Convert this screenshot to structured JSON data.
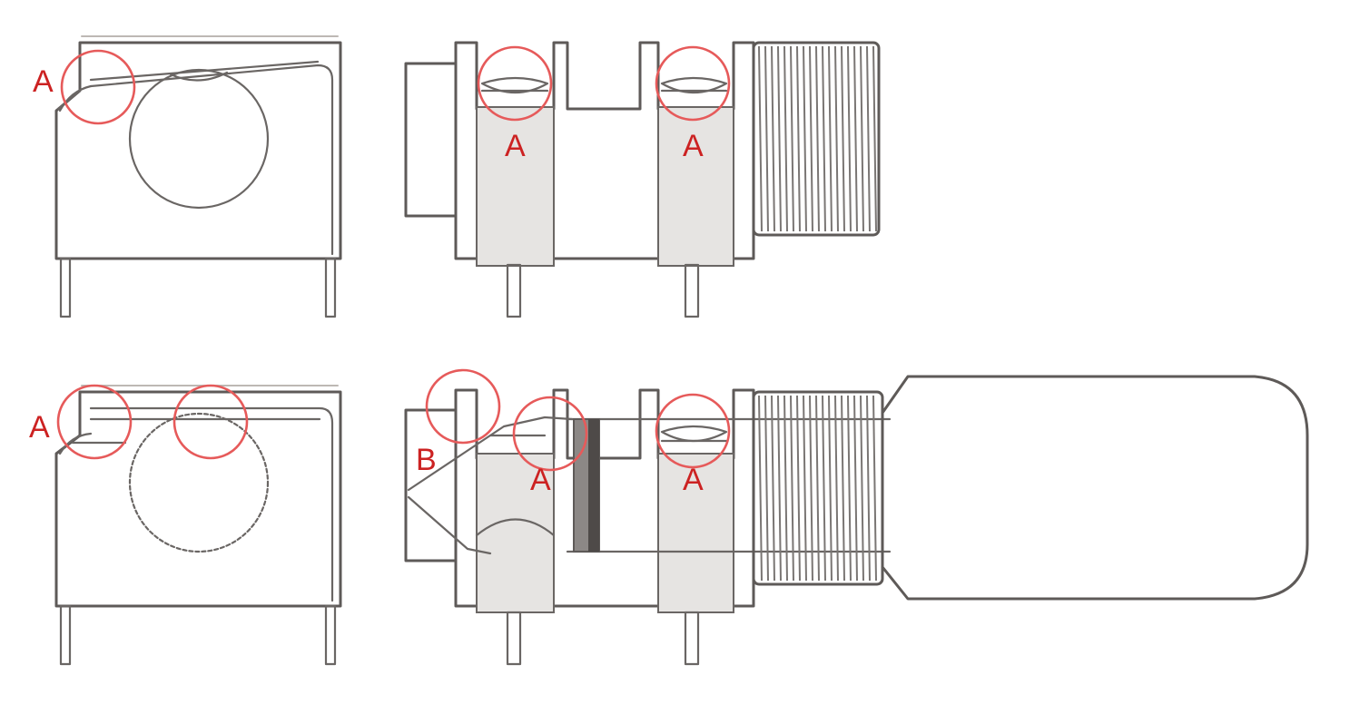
{
  "labels": {
    "top_left": "A",
    "top_middle_1": "A",
    "top_middle_2": "A",
    "bottom_left": "A",
    "bottom_b": "B",
    "bottom_middle_1": "A",
    "bottom_middle_2": "A"
  },
  "colors": {
    "outline": "#5e5a58",
    "highlight_circle": "#e65a5a",
    "label": "#cc2222",
    "contact_shade": "#e6e4e2"
  }
}
